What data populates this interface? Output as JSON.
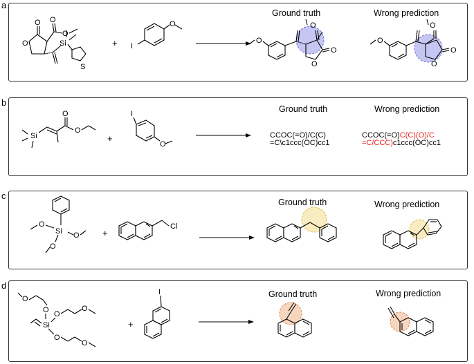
{
  "panels": [
    {
      "letter": "a",
      "ground_truth_label": "Ground truth",
      "wrong_prediction_label": "Wrong prediction",
      "plus": "+",
      "highlight_color": "#8c8ee6"
    },
    {
      "letter": "b",
      "ground_truth_label": "Ground truth",
      "wrong_prediction_label": "Wrong prediction",
      "plus": "+",
      "ground_truth_smiles_line1": "CCOC(=O)/C(C)",
      "ground_truth_smiles_line2": "=C\\c1ccc(OC)cc1",
      "wrong_smiles_line1_black": "CCOC(=O)",
      "wrong_smiles_line1_red": "C(C)(O)/C",
      "wrong_smiles_line2_red": "=C/CCC)",
      "wrong_smiles_line2_black": "c1ccc(OC)cc1",
      "highlight_color": "#e8231b"
    },
    {
      "letter": "c",
      "ground_truth_label": "Ground truth",
      "wrong_prediction_label": "Wrong prediction",
      "plus": "+",
      "highlight_color": "#f2dc8c"
    },
    {
      "letter": "d",
      "ground_truth_label": "Ground truth",
      "wrong_prediction_label": "Wrong prediction",
      "plus": "+",
      "highlight_color": "#f0b48a"
    }
  ],
  "atom_labels": {
    "O": "O",
    "Si": "Si",
    "S": "S",
    "I": "I",
    "Cl": "Cl"
  }
}
